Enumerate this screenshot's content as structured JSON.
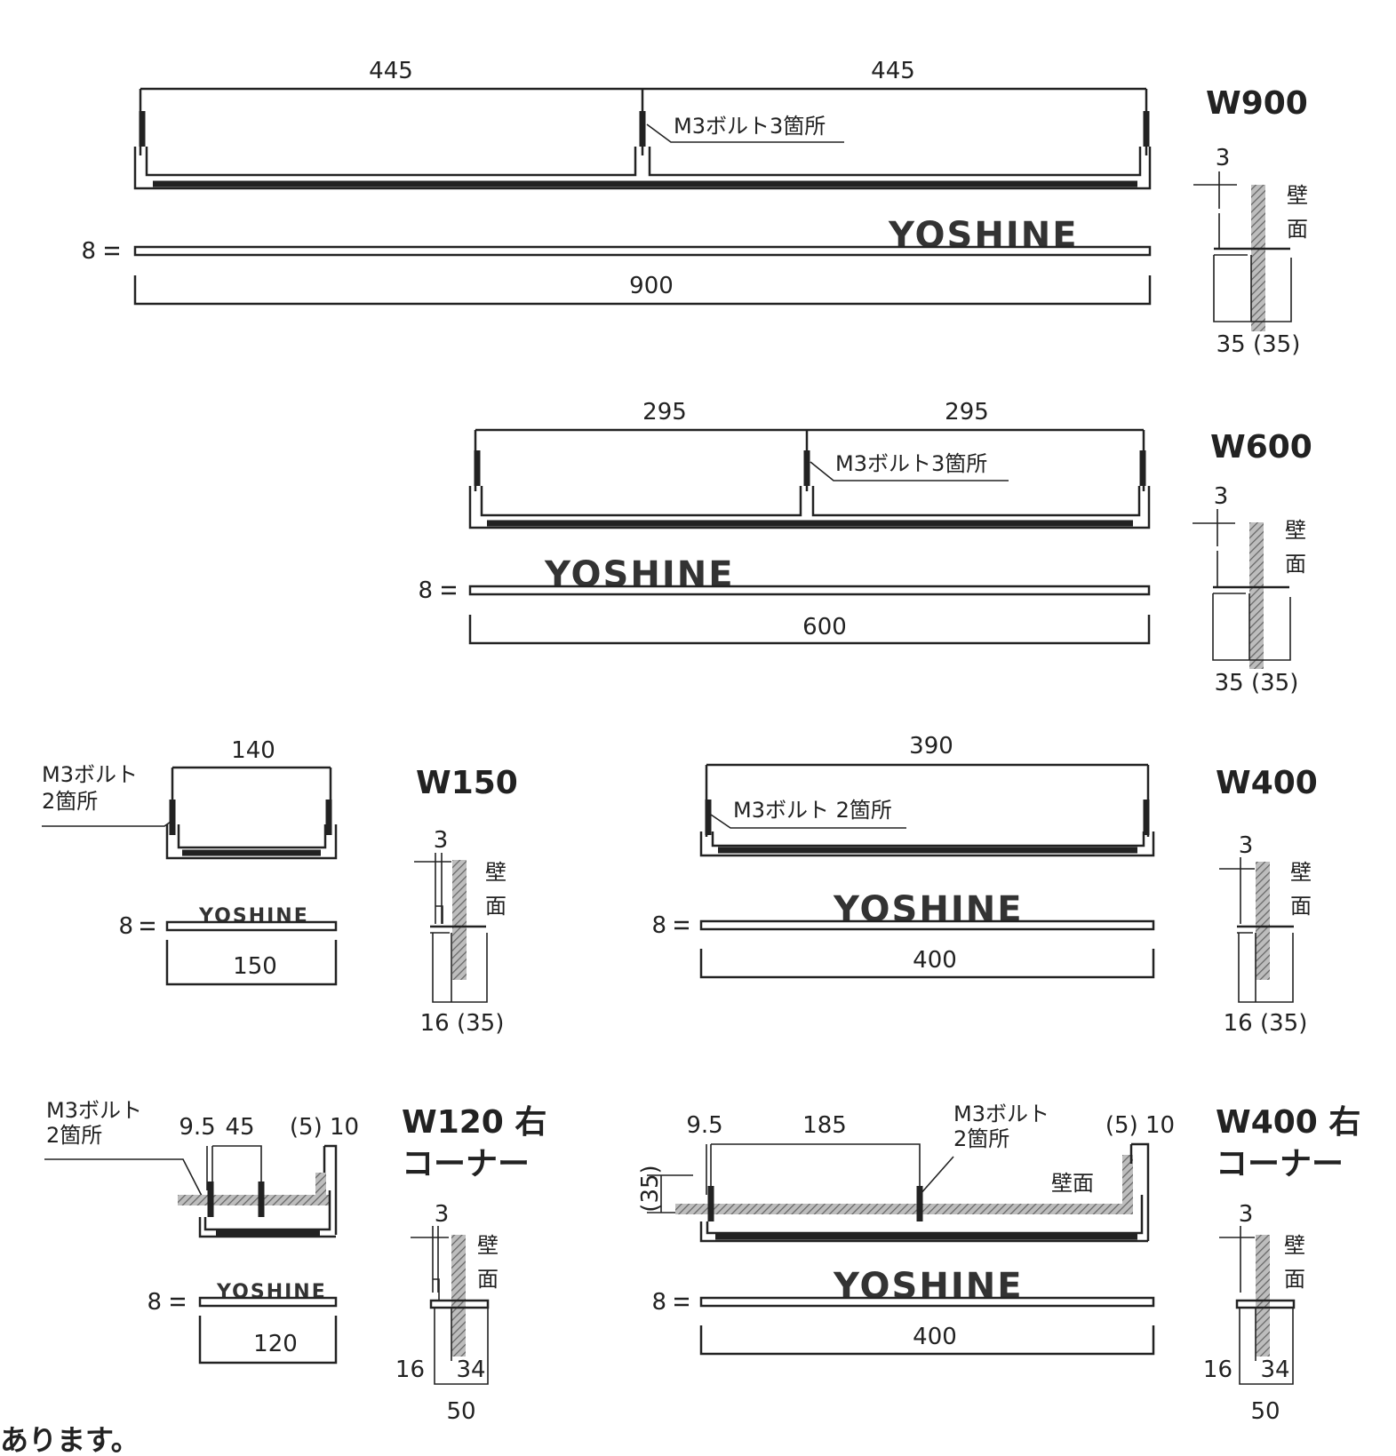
{
  "w900": {
    "title": "W900",
    "dim_left": "445",
    "dim_right": "445",
    "bolt": "M3ボルト3箇所",
    "logo": "YOSHINE",
    "thick": "8",
    "width": "900",
    "side": {
      "top": "3",
      "bottom": "35 (35)",
      "wall_1": "壁",
      "wall_2": "面"
    }
  },
  "w600": {
    "title": "W600",
    "dim_left": "295",
    "dim_right": "295",
    "bolt": "M3ボルト3箇所",
    "logo": "YOSHINE",
    "thick": "8",
    "width": "600",
    "side": {
      "top": "3",
      "bottom": "35 (35)",
      "wall_1": "壁",
      "wall_2": "面"
    }
  },
  "w150": {
    "title": "W150",
    "dim_top": "140",
    "bolt_1": "M3ボルト",
    "bolt_2": "2箇所",
    "logo": "YOSHINE",
    "thick": "8",
    "width": "150",
    "side": {
      "top": "3",
      "bottom": "16 (35)",
      "wall_1": "壁",
      "wall_2": "面"
    }
  },
  "w400": {
    "title": "W400",
    "dim_top": "390",
    "bolt": "M3ボルト 2箇所",
    "logo": "YOSHINE",
    "thick": "8",
    "width": "400",
    "side": {
      "top": "3",
      "bottom": "16 (35)",
      "wall_1": "壁",
      "wall_2": "面"
    }
  },
  "w120r": {
    "title_1": "W120 右",
    "title_2": "コーナー",
    "bolt_1": "M3ボルト",
    "bolt_2": "2箇所",
    "d_a": "9.5",
    "d_b": "45",
    "d_c": "(5) 10",
    "logo": "YOSHINE",
    "thick": "8",
    "width": "120",
    "side": {
      "top": "3",
      "left": "16",
      "right": "34",
      "bottom": "50",
      "wall_1": "壁",
      "wall_2": "面"
    }
  },
  "w400r": {
    "title_1": "W400 右",
    "title_2": "コーナー",
    "bolt_1": "M3ボルト",
    "bolt_2": "2箇所",
    "d_a": "9.5",
    "d_b": "185",
    "d_c": "(5) 10",
    "d_side": "(35)",
    "wall": "壁面",
    "logo": "YOSHINE",
    "thick": "8",
    "width": "400",
    "side": {
      "top": "3",
      "left": "16",
      "right": "34",
      "bottom": "50",
      "wall_1": "壁",
      "wall_2": "面"
    }
  },
  "footer_text": "あります。"
}
